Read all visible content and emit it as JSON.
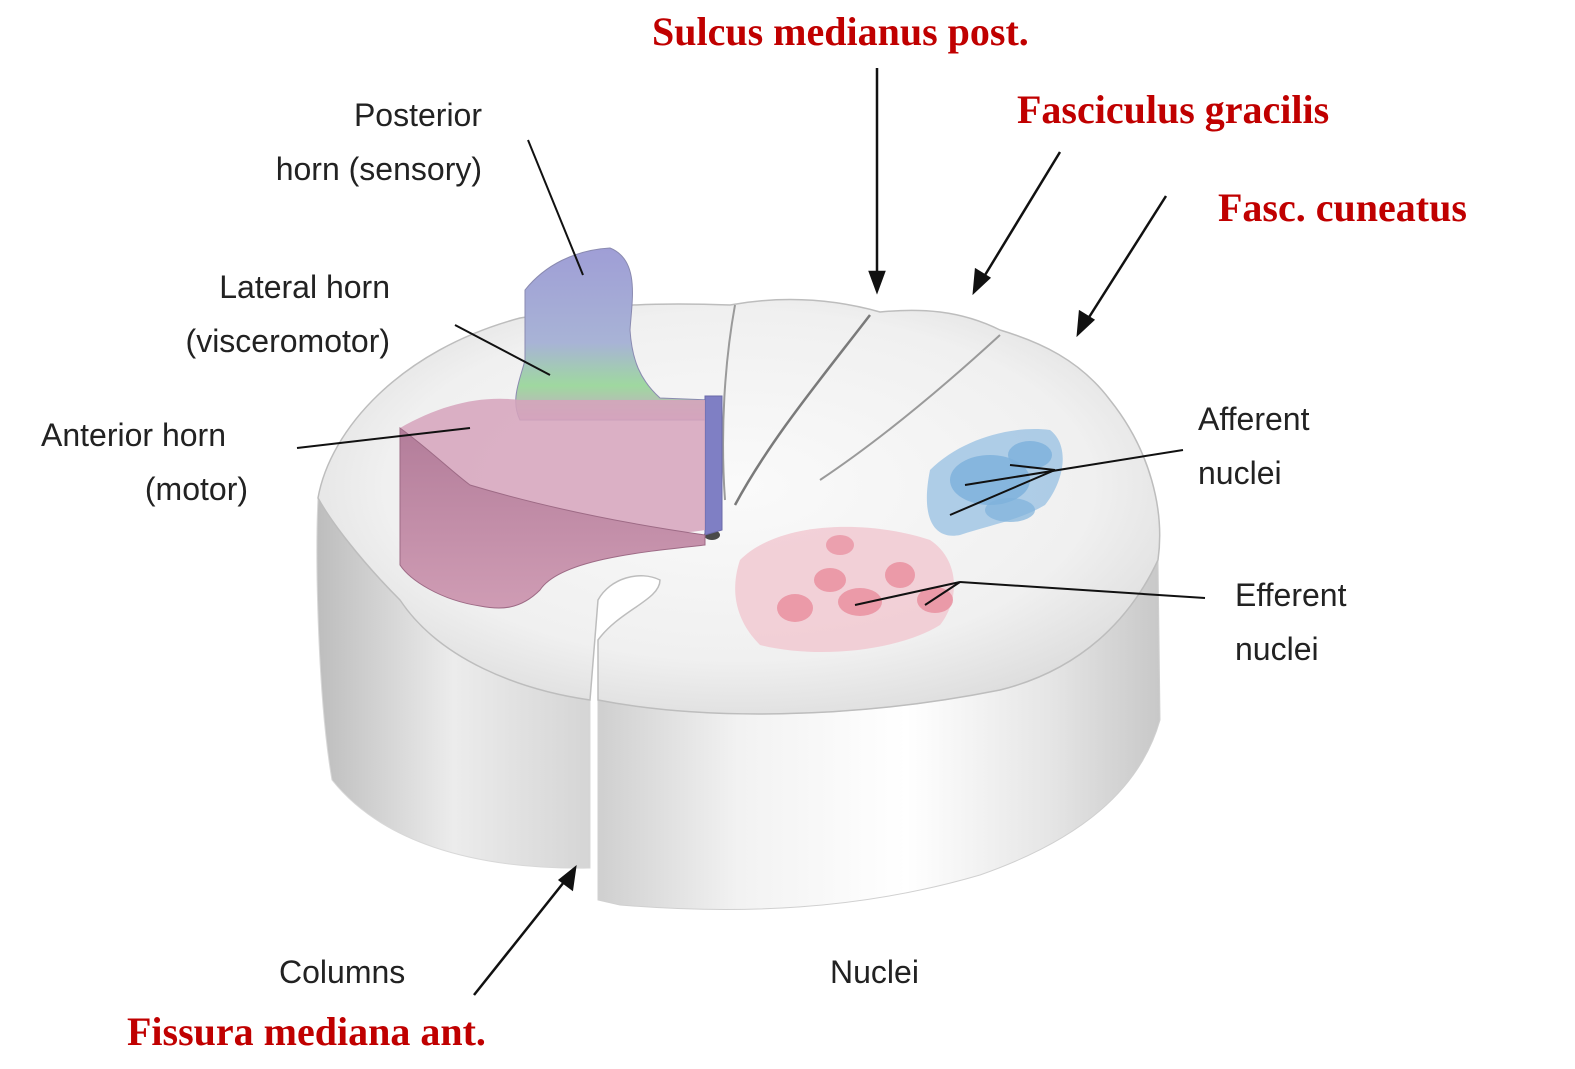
{
  "labels": {
    "posterior_horn": [
      "Posterior",
      "horn (sensory)"
    ],
    "lateral_horn": [
      "Lateral horn",
      "(visceromotor)"
    ],
    "anterior_horn": [
      "Anterior horn",
      "(motor)"
    ],
    "afferent_nuclei": [
      "Afferent",
      "nuclei"
    ],
    "efferent_nuclei": [
      "Efferent",
      "nuclei"
    ],
    "columns": "Columns",
    "nuclei": "Nuclei"
  },
  "latin_labels": {
    "sulcus_medianus": "Sulcus medianus post.",
    "fasciculus_gracilis": "Fasciculus gracilis",
    "fasc_cuneatus": "Fasc. cuneatus",
    "fissura_mediana": "Fissura mediana ant."
  },
  "colors": {
    "latin_label": "#c00000",
    "posterior_horn": "#9f9ed6",
    "lateral_horn": "#9fd8a0",
    "anterior_horn": "#c28aa6",
    "afferent_nuclei": "#7fb2dc",
    "efferent_nuclei": "#e88c9c"
  }
}
